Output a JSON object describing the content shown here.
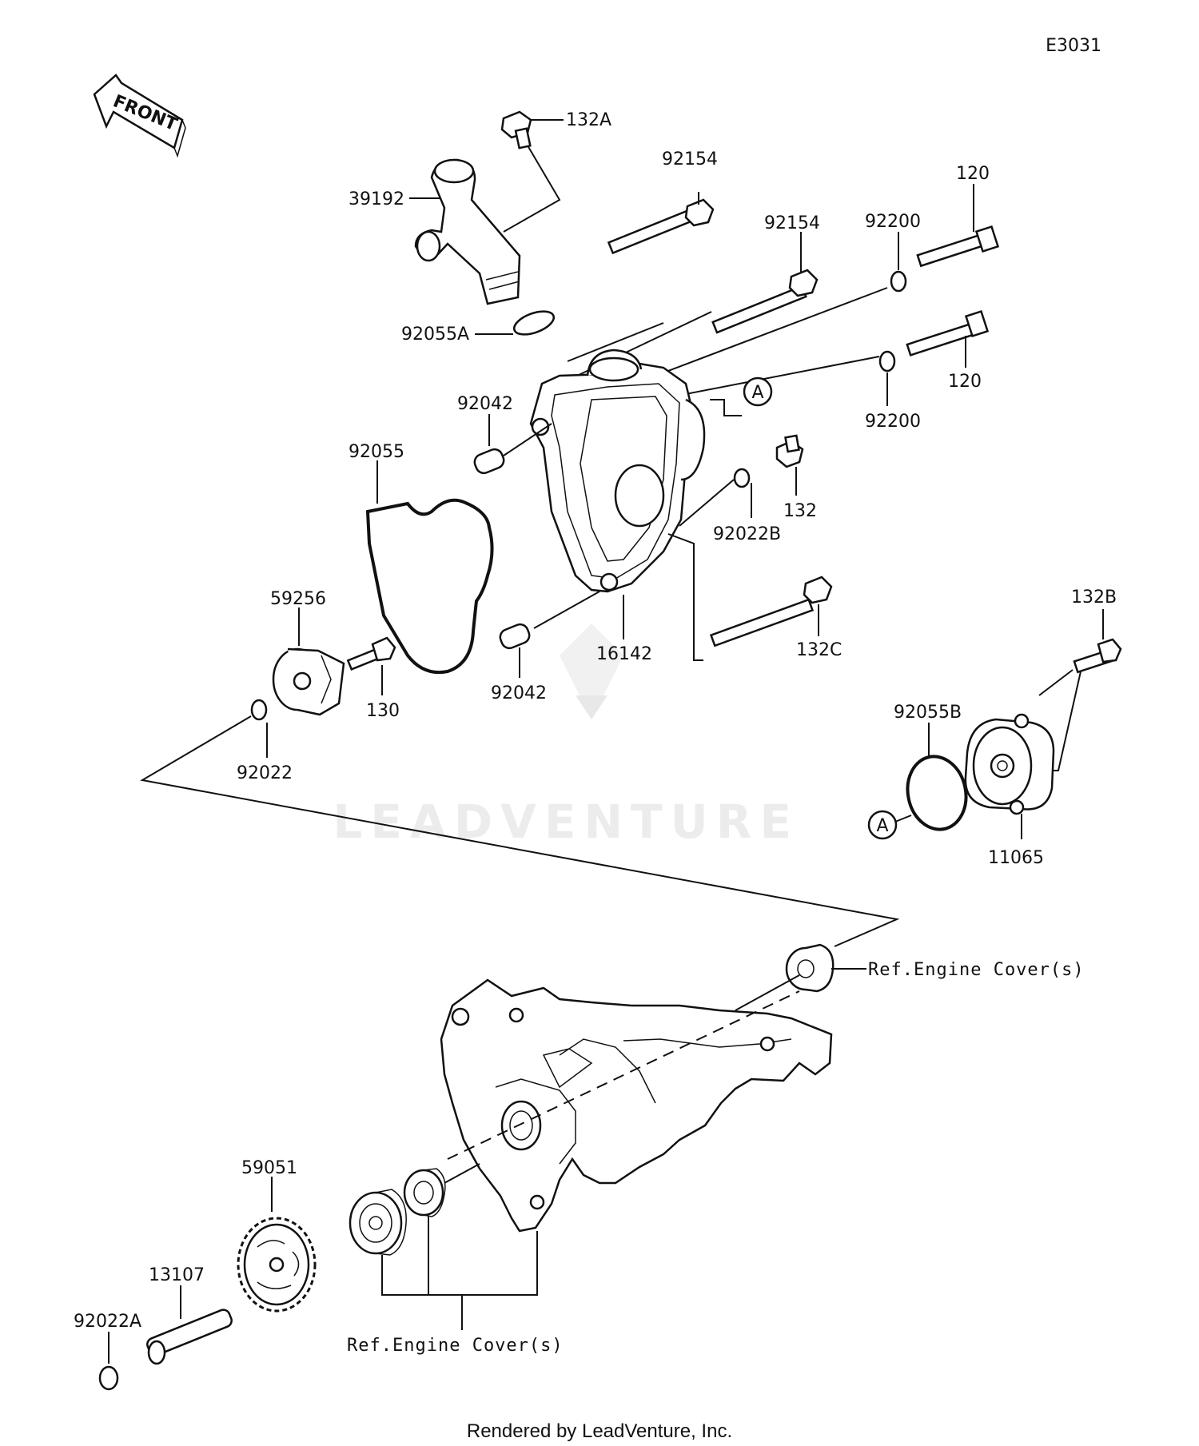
{
  "diagram_code": "E3031",
  "front_label": "FRONT",
  "callout_a": "A",
  "watermark": "LEADVENTURE",
  "footer": "Rendered by LeadVenture, Inc.",
  "labels": {
    "p132A": "132A",
    "p39192": "39192",
    "p92154_upper": "92154",
    "p92154_lower": "92154",
    "p120_upper": "120",
    "p120_lower": "120",
    "p92200_upper": "92200",
    "p92200_lower": "92200",
    "p92055A": "92055A",
    "p92042_upper": "92042",
    "p92042_lower": "92042",
    "p92055": "92055",
    "p132": "132",
    "p92022B": "92022B",
    "p59256": "59256",
    "p130": "130",
    "p16142": "16142",
    "p132C": "132C",
    "p132B": "132B",
    "p92055B": "92055B",
    "p11065": "11065",
    "p92022": "92022",
    "p59051": "59051",
    "p13107": "13107",
    "p92022A": "92022A"
  },
  "refs": {
    "engine_cover_right": "Ref.Engine Cover(s)",
    "engine_cover_bottom": "Ref.Engine Cover(s)"
  }
}
